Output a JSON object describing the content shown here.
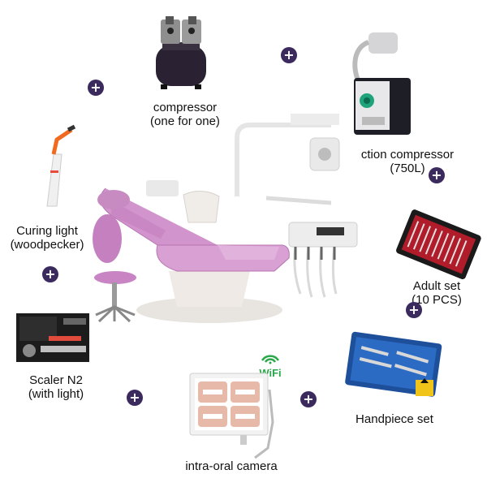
{
  "accent_plus_color": "#3a2a5e",
  "chair_color": "#c98bc4",
  "items": {
    "compressor": {
      "line1": "compressor",
      "line2": "(one for one)"
    },
    "suction": {
      "line1": "ction compressor",
      "line2": "(750L)"
    },
    "curing": {
      "line1": "Curing light",
      "line2": "(woodpecker)"
    },
    "adult": {
      "line1": "Adult set",
      "line2": "(10 PCS)"
    },
    "scaler": {
      "line1": "Scaler N2",
      "line2": "(with light)"
    },
    "handpiece": {
      "line1": "Handpiece set"
    },
    "camera": {
      "line1": "intra-oral camera"
    },
    "wifi": "WiFi"
  },
  "plus_symbol": "+"
}
